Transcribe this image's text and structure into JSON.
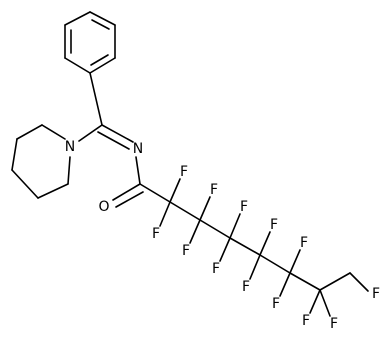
{
  "molecule": {
    "atom_labels": {
      "N_ring": "N",
      "N_imine": "N",
      "O_carbonyl": "O",
      "F": "F"
    },
    "fluorine_count": 13
  }
}
